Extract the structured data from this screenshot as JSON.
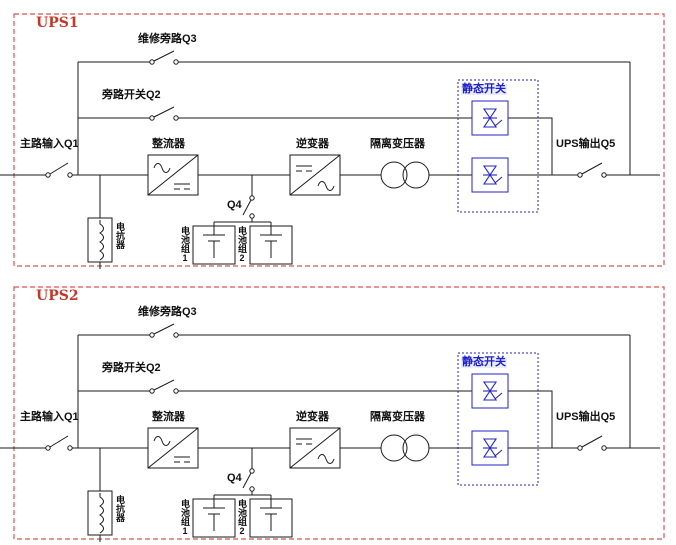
{
  "colors": {
    "panel_border": "#d9534f",
    "title_red": "#c2392b",
    "static_switch_blue": "#2020c8",
    "line": "#1a1a1a"
  },
  "units": [
    {
      "title": "UPS1",
      "labels": {
        "maintenance_bypass": "维修旁路Q3",
        "bypass_switch": "旁路开关Q2",
        "main_input": "主路输入Q1",
        "rectifier": "整流器",
        "inverter": "逆变器",
        "isolation_transformer": "隔离变压器",
        "static_switch": "静态开关",
        "ups_output": "UPS输出Q5",
        "battery_breaker": "Q4",
        "battery_group1": "电池组1",
        "battery_group2": "电池组2",
        "reactor": "电抗器"
      }
    },
    {
      "title": "UPS2",
      "labels": {
        "maintenance_bypass": "维修旁路Q3",
        "bypass_switch": "旁路开关Q2",
        "main_input": "主路输入Q1",
        "rectifier": "整流器",
        "inverter": "逆变器",
        "isolation_transformer": "隔离变压器",
        "static_switch": "静态开关",
        "ups_output": "UPS输出Q5",
        "battery_breaker": "Q4",
        "battery_group1": "电池组1",
        "battery_group2": "电池组2",
        "reactor": "电抗器"
      }
    }
  ]
}
